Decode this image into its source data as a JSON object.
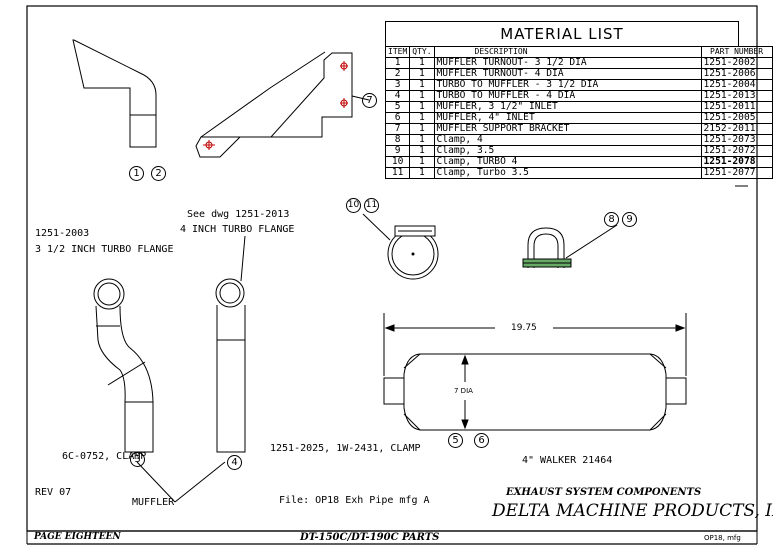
{
  "material_list": {
    "title": "MATERIAL LIST",
    "headers": [
      "ITEM",
      "QTY.",
      "DESCRIPTION",
      "PART NUMBER"
    ],
    "rows": [
      {
        "item": "1",
        "qty": "1",
        "desc": "MUFFLER TURNOUT- 3 1/2 DIA",
        "part": "1251-2002"
      },
      {
        "item": "2",
        "qty": "1",
        "desc": "MUFFLER TURNOUT- 4 DIA",
        "part": "1251-2006"
      },
      {
        "item": "3",
        "qty": "1",
        "desc": "TURBO TO MUFFLER - 3 1/2 DIA",
        "part": "1251-2004"
      },
      {
        "item": "4",
        "qty": "1",
        "desc": "TURBO TO MUFFLER  - 4 DIA",
        "part": "1251-2013"
      },
      {
        "item": "5",
        "qty": "1",
        "desc": "MUFFLER, 3 1/2\" INLET",
        "part": "1251-2011"
      },
      {
        "item": "6",
        "qty": "1",
        "desc": "MUFFLER, 4\" INLET",
        "part": "1251-2005"
      },
      {
        "item": "7",
        "qty": "1",
        "desc": "MUFFLER SUPPORT BRACKET",
        "part": "2152-2011"
      },
      {
        "item": "8",
        "qty": "1",
        "desc": "Clamp, 4",
        "part": "1251-2073"
      },
      {
        "item": "9",
        "qty": "1",
        "desc": "Clamp, 3.5",
        "part": "1251-2072"
      },
      {
        "item": "10",
        "qty": "1",
        "desc": "Clamp, TURBO 4",
        "part": "1251-2078"
      },
      {
        "item": "11",
        "qty": "1",
        "desc": "Clamp, Turbo 3.5",
        "part": "1251-2077"
      }
    ]
  },
  "balloons": {
    "b1": "1",
    "b2": "2",
    "b7": "7",
    "b10": "10",
    "b11": "11",
    "b8": "8",
    "b9": "9",
    "b3": "3",
    "b4": "4",
    "b5": "5",
    "b6": "6"
  },
  "notes": {
    "see_dwg": "See dwg 1251-2013",
    "flange_4": "4 INCH TURBO FLANGE",
    "part_2003": "1251-2003",
    "flange_35": "3 1/2 INCH TURBO FLANGE",
    "clamp_6c": "6C-0752, CLAMP",
    "clamp_2025": "1251-2025, 1W-2431, CLAMP",
    "walker": "4\"   WALKER 21464",
    "rev": "REV 07",
    "muffler": "MUFFLER",
    "file": "File: OP18 Exh Pipe mfg A",
    "dim_length": "19.75",
    "dim_dia": "7 DIA"
  },
  "title_block": {
    "heading": "EXHAUST SYSTEM COMPONENTS",
    "company": "DELTA MACHINE PRODUCTS, INC.",
    "page": "PAGE EIGHTEEN",
    "parts": "DT-150C/DT-190C PARTS",
    "code": "OP18, mfg"
  }
}
